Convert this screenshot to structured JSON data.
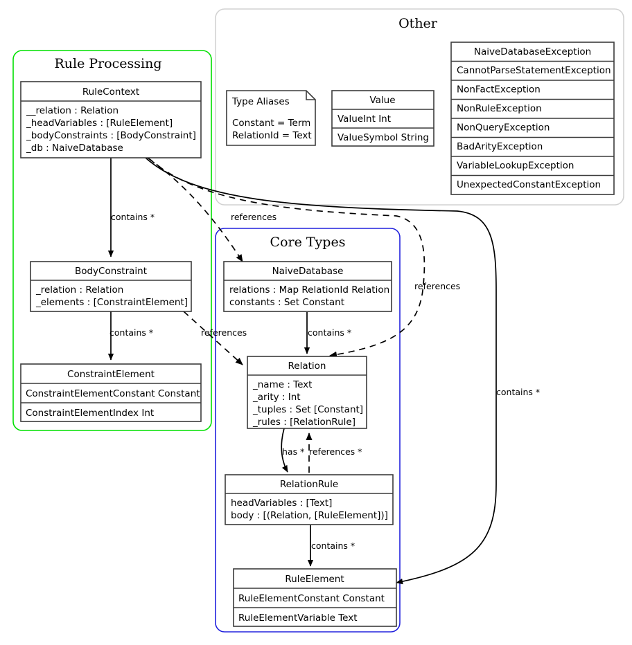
{
  "packages": [
    {
      "name": "rule-processing",
      "title": "Rule Processing",
      "color": "#00e000"
    },
    {
      "name": "other",
      "title": "Other",
      "color": "#d0d0d0"
    },
    {
      "name": "core-types",
      "title": "Core Types",
      "color": "#2222dd"
    }
  ],
  "classes": {
    "rule_context": {
      "name": "RuleContext",
      "attrs": [
        "__relation : Relation",
        "_headVariables : [RuleElement]",
        "_bodyConstraints : [BodyConstraint]",
        "_db : NaiveDatabase"
      ]
    },
    "body_constraint": {
      "name": "BodyConstraint",
      "attrs": [
        "_relation : Relation",
        "_elements : [ConstraintElement]"
      ]
    },
    "constraint_element": {
      "name": "ConstraintElement",
      "rows": [
        "ConstraintElementConstant Constant",
        "ConstraintElementIndex Int"
      ]
    },
    "naive_database": {
      "name": "NaiveDatabase",
      "attrs": [
        "relations : Map RelationId Relation",
        "constants : Set Constant"
      ]
    },
    "relation": {
      "name": "Relation",
      "attrs": [
        "_name : Text",
        "_arity : Int",
        "_tuples : Set [Constant]",
        "_rules : [RelationRule]"
      ]
    },
    "relation_rule": {
      "name": "RelationRule",
      "attrs": [
        "headVariables : [Text]",
        "body : [(Relation, [RuleElement])]"
      ]
    },
    "rule_element": {
      "name": "RuleElement",
      "rows": [
        "RuleElementConstant Constant",
        "RuleElementVariable Text"
      ]
    },
    "value": {
      "name": "Value",
      "rows": [
        "ValueInt Int",
        "ValueSymbol String"
      ]
    },
    "exceptions": {
      "name": "NaiveDatabaseException",
      "rows": [
        "CannotParseStatementException",
        "NonFactException",
        "NonRuleException",
        "NonQueryException",
        "BadArityException",
        "VariableLookupException",
        "UnexpectedConstantException"
      ]
    }
  },
  "note": {
    "title": "Type Aliases",
    "lines": [
      "Constant = Term",
      "RelationId = Text"
    ]
  },
  "edges": [
    {
      "name": "rulecontext-bodyconstraint",
      "label": "contains *"
    },
    {
      "name": "rulecontext-relation",
      "label": "references"
    },
    {
      "name": "rulecontext-ruleelement",
      "label": "contains *"
    },
    {
      "name": "bodyconstraint-constraintelement",
      "label": "contains *"
    },
    {
      "name": "bodyconstraint-relation",
      "label": "references"
    },
    {
      "name": "naivedatabase-relation",
      "label": "contains *"
    },
    {
      "name": "rulecontext-relation-right",
      "label": "references"
    },
    {
      "name": "relation-relationrule-has",
      "label": "has *"
    },
    {
      "name": "relationrule-relation-references",
      "label": "references *"
    },
    {
      "name": "relationrule-ruleelement",
      "label": "contains *"
    }
  ]
}
